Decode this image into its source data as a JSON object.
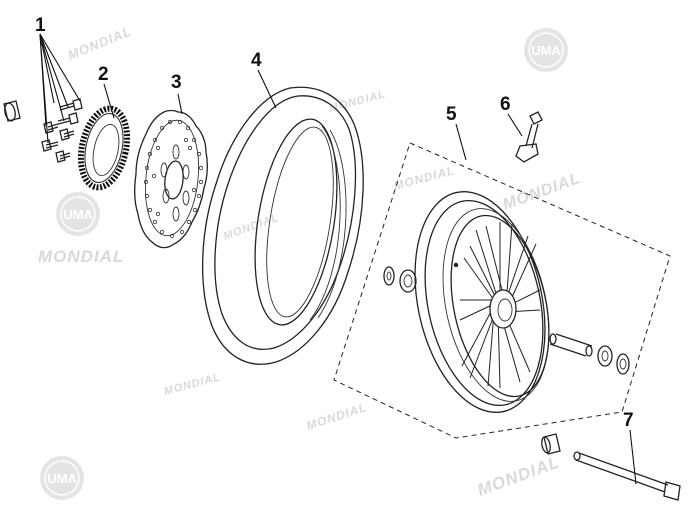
{
  "callouts": {
    "c1": "1",
    "c2": "2",
    "c3": "3",
    "c4": "4",
    "c5": "5",
    "c6": "6",
    "c7": "7"
  },
  "watermarks": {
    "brand_logo": "UMA",
    "brand_text": "MONDIAL"
  },
  "colors": {
    "line": "#222222",
    "watermark": "#d9d9d9"
  }
}
